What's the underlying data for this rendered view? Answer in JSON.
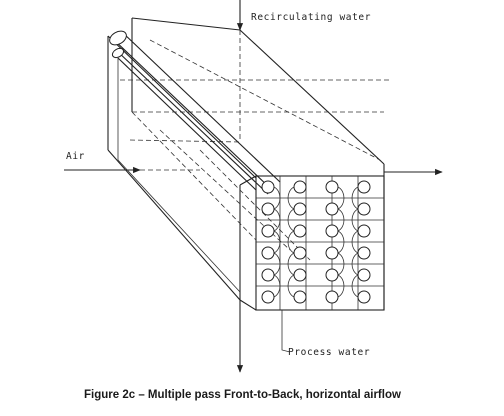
{
  "figure": {
    "caption": "Figure 2c – Multiple pass Front-to-Back, horizontal airflow",
    "labels": {
      "recirculating_water": "Recirculating water",
      "air": "Air",
      "process_water": "Process water"
    },
    "tube_grid": {
      "rows": 6,
      "columns": 4
    },
    "colors": {
      "ink": "#222222",
      "background": "#ffffff"
    }
  }
}
